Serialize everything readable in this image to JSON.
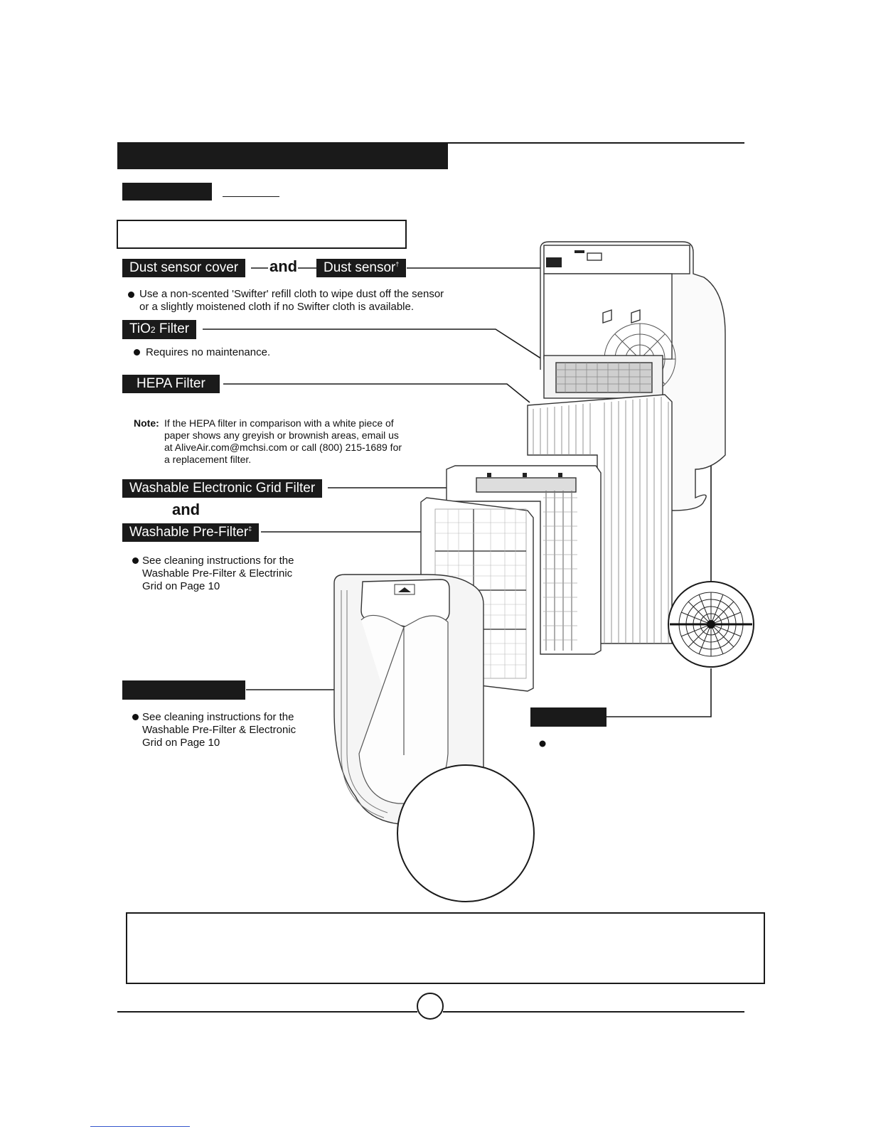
{
  "labels": {
    "dust_sensor_cover": "Dust sensor cover",
    "and_1": "and",
    "dust_sensor": "Dust sensor",
    "dust_sensor_mark": "†",
    "tio2_prefix": "TiO",
    "tio2_sub": "2",
    "tio2_suffix": " Filter",
    "hepa": "HEPA Filter",
    "grid_filter": "Washable Electronic Grid Filter",
    "and_2": "and",
    "pre_filter": "Washable Pre-Filter",
    "pre_filter_mark": "‡"
  },
  "text": {
    "sensor_line1": "Use a non-scented 'Swifter' refill cloth to wipe dust off the sensor",
    "sensor_line2": "or a slightly moistened cloth if no Swifter cloth is available.",
    "tio2": "Requires no maintenance.",
    "note_key": "Note:",
    "note_line1": "If the HEPA filter in comparison with a white piece of",
    "note_line2": "paper shows any greyish or brownish areas, email us",
    "note_line3": "at AliveAir.com@mchsi.com or call (800) 215-1689 for",
    "note_line4": "a replacement filter.",
    "prefilter_line1": "See cleaning instructions for the",
    "prefilter_line2": "Washable Pre-Filter & Electrinic",
    "prefilter_line3": "Grid on Page 10",
    "cover_line1": "See cleaning instructions for the",
    "cover_line2": "Washable Pre-Filter & Electronic",
    "cover_line3": "Grid on Page 10"
  },
  "colors": {
    "ink": "#1a1a1a",
    "paper": "#ffffff",
    "link_underline": "#3355cc"
  }
}
